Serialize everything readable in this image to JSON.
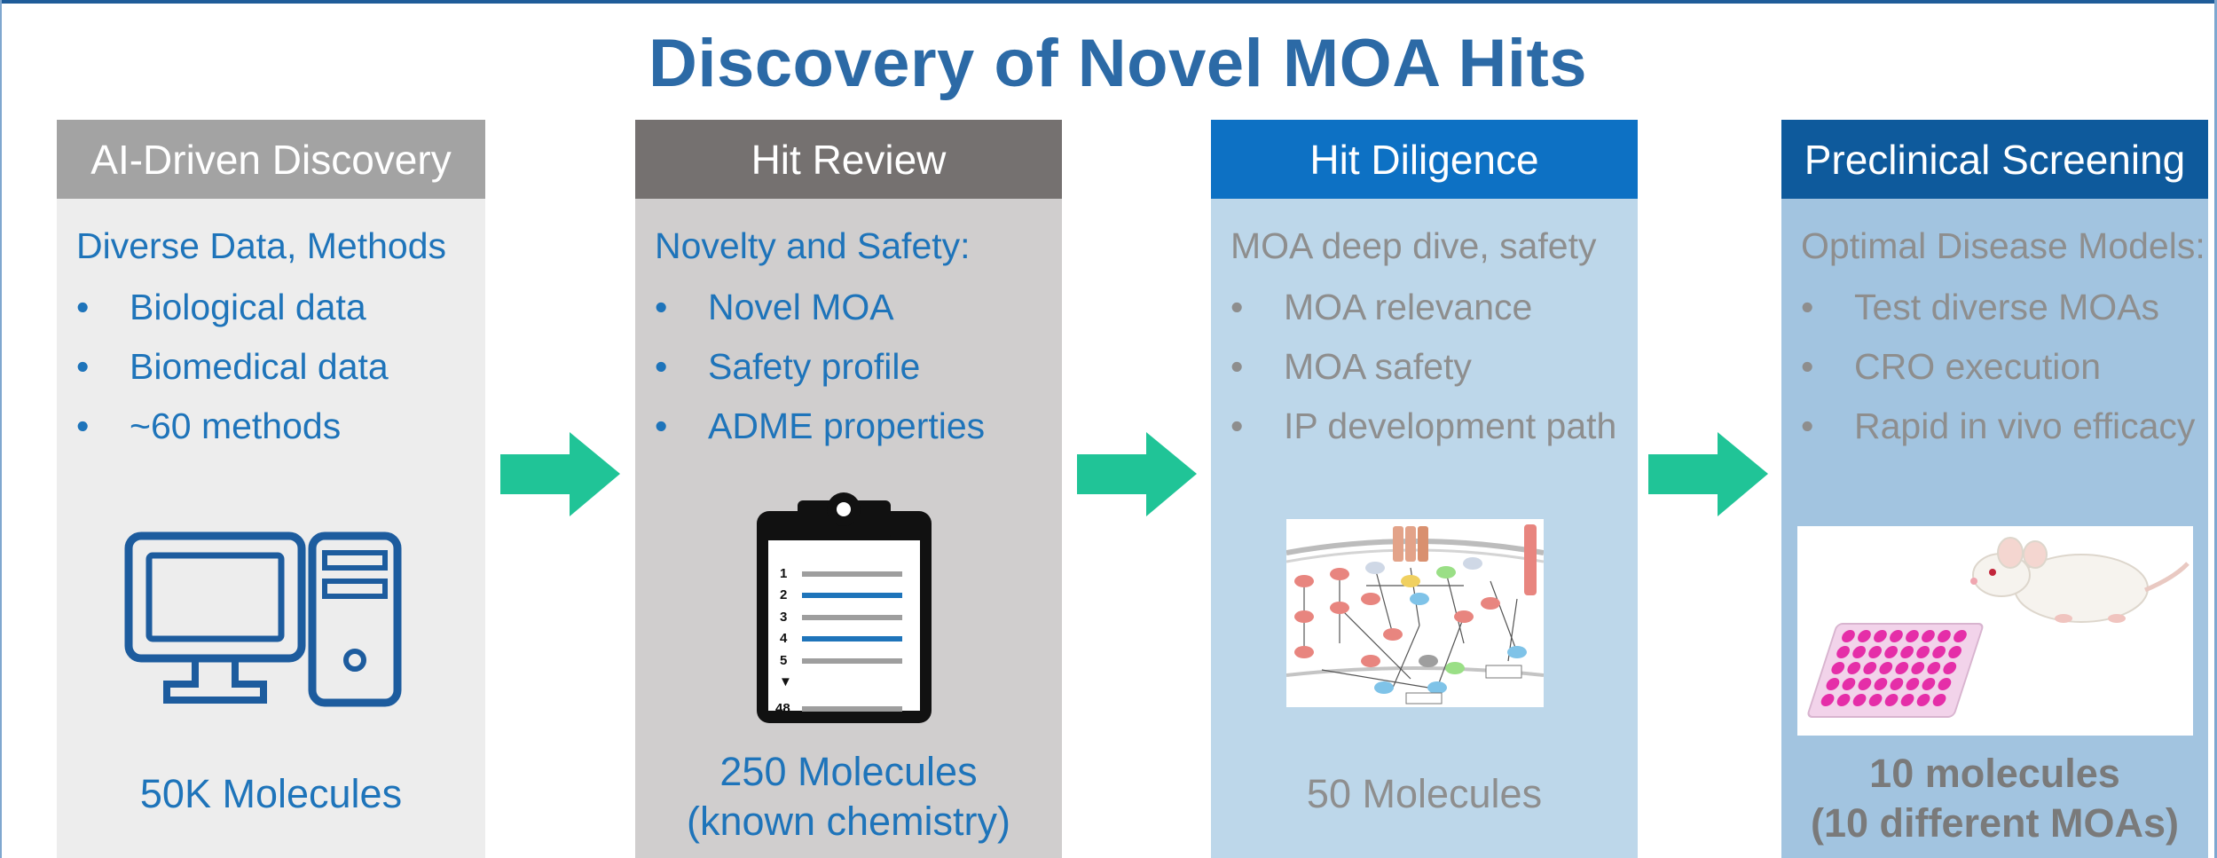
{
  "title": "Discovery of Novel MOA Hits",
  "colors": {
    "panel1_head": "#a3a3a3",
    "panel1_body": "#ededed",
    "panel2_head": "#757170",
    "panel2_body": "#d0cece",
    "panel3_head": "#0d71c4",
    "panel3_body": "#bdd7ea",
    "panel4_head": "#0e5a9c",
    "panel4_body": "#a2c4e0",
    "blue_text": "#1e74ba",
    "gray_text": "#8e8e8e",
    "dark_gray_text": "#7a7a7a",
    "arrow": "#20c497"
  },
  "panels": [
    {
      "header": "AI-Driven Discovery",
      "subhead": "Diverse Data, Methods",
      "bullets": [
        "Biological data",
        "Biomedical data",
        "~60 methods"
      ],
      "result_line1": "50K Molecules",
      "icon": "computer-icon"
    },
    {
      "header": "Hit Review",
      "subhead": "Novelty and Safety:",
      "bullets": [
        "Novel MOA",
        "Safety profile",
        "ADME properties"
      ],
      "result_line1": "250 Molecules",
      "result_line2": "(known chemistry)",
      "icon": "clipboard-icon",
      "clipboard_numbers": [
        "1",
        "2",
        "3",
        "4",
        "5",
        "▼",
        "48"
      ]
    },
    {
      "header": "Hit Diligence",
      "subhead": "MOA deep dive, safety",
      "bullets": [
        "MOA relevance",
        "MOA safety",
        "IP development path"
      ],
      "result_line1": "50 Molecules",
      "icon": "pathway-diagram-image"
    },
    {
      "header": "Preclinical Screening",
      "subhead": "Optimal Disease Models:",
      "bullets": [
        "Test diverse MOAs",
        "CRO execution",
        "Rapid in vivo efficacy"
      ],
      "result_line1": "10 molecules",
      "result_line2": "(10 different MOAs)",
      "icon": "mouse-and-well-plate-image"
    }
  ],
  "bullet_glyph": "•"
}
